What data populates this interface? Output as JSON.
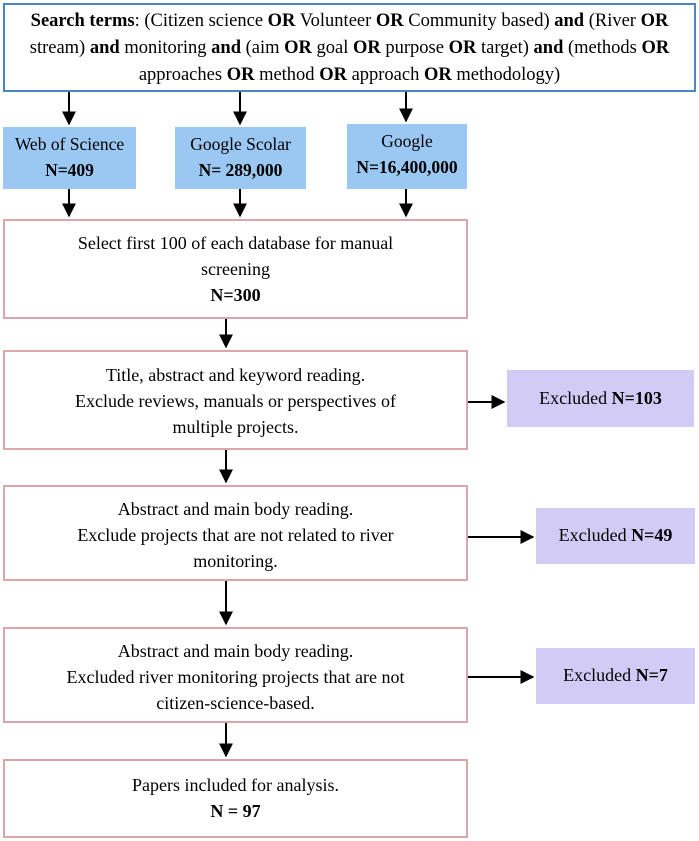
{
  "search": {
    "label": "Search terms",
    "tail_1": ": (Citizen science ",
    "or": "OR",
    "and": "and",
    "volunteer": " Volunteer ",
    "community": " Community based) ",
    "river_open": " (River ",
    "stream": " stream) ",
    "monitoring": " monitoring ",
    "aim": " (aim ",
    "goal": " goal ",
    "purpose": " purpose ",
    "target": " target) ",
    "methods_open": " (methods ",
    "approaches": "approaches ",
    "method": " method ",
    "approach": " approach ",
    "methodology": " methodology)"
  },
  "databases": [
    {
      "name": "Web of Science",
      "count": "N=409"
    },
    {
      "name": "Google Scolar",
      "count": "N= 289,000"
    },
    {
      "name": "Google",
      "count": "N=16,400,000"
    }
  ],
  "steps": [
    {
      "line1": "Select first 100 of each database for manual",
      "line2": "screening",
      "line3": "",
      "count": "N=300"
    },
    {
      "line1": "Title, abstract and keyword reading.",
      "line2": "Exclude reviews, manuals or perspectives of",
      "line3": "multiple projects.",
      "count": ""
    },
    {
      "line1": "Abstract and main body reading.",
      "line2": "Exclude projects that are not related to river",
      "line3": "monitoring.",
      "count": ""
    },
    {
      "line1": "Abstract and main body reading.",
      "line2": "Excluded river monitoring projects that are not",
      "line3": "citizen-science-based.",
      "count": ""
    },
    {
      "line1": "Papers included for analysis.",
      "line2": "",
      "line3": "",
      "count": "N = 97"
    }
  ],
  "excluded": [
    {
      "label": "Excluded ",
      "count": "N=103"
    },
    {
      "label": "Excluded ",
      "count": "N=49"
    },
    {
      "label": "Excluded ",
      "count": "N=7"
    }
  ],
  "colors": {
    "search_border": "#4a86c6",
    "database_fill": "#9bc8f3",
    "step_border": "#d9a6ab",
    "excluded_fill": "#d2cbf6"
  }
}
